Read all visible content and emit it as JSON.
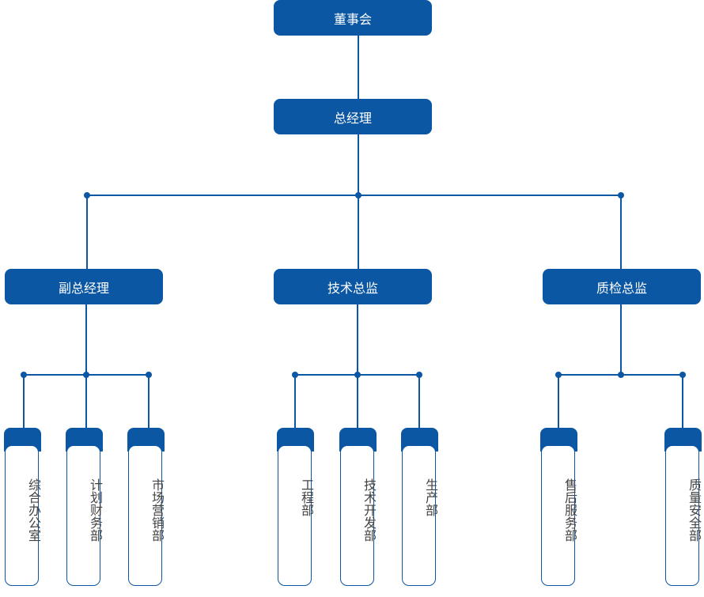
{
  "level1": {
    "label": "董事会"
  },
  "level2": {
    "label": "总经理"
  },
  "managers": [
    {
      "label": "副总经理"
    },
    {
      "label": "技术总监"
    },
    {
      "label": "质检总监"
    }
  ],
  "departments": [
    {
      "label": "综合办公室"
    },
    {
      "label": "计划财务部"
    },
    {
      "label": "市场营销部"
    },
    {
      "label": "工程部"
    },
    {
      "label": "技术开发部"
    },
    {
      "label": "生产部"
    },
    {
      "label": "售后服务部"
    },
    {
      "label": "质量安全部"
    }
  ],
  "colors": {
    "primary": "#0b57a3",
    "text": "#444444"
  }
}
